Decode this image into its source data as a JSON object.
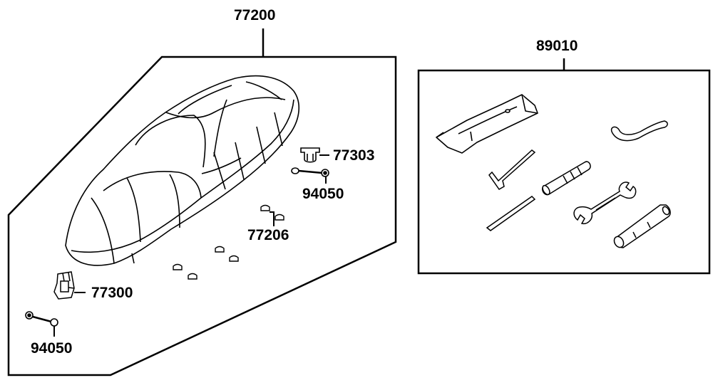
{
  "diagram": {
    "assemblies": [
      {
        "id": "seat",
        "part_number": "77200"
      },
      {
        "id": "tool-kit",
        "part_number": "89010"
      }
    ],
    "callouts": {
      "seat_hinge_bracket": "77303",
      "seat_bolt_upper": "94050",
      "seat_rubber_bumper": "77206",
      "seat_lock_latch": "77300",
      "seat_bolt_lower": "94050"
    }
  }
}
